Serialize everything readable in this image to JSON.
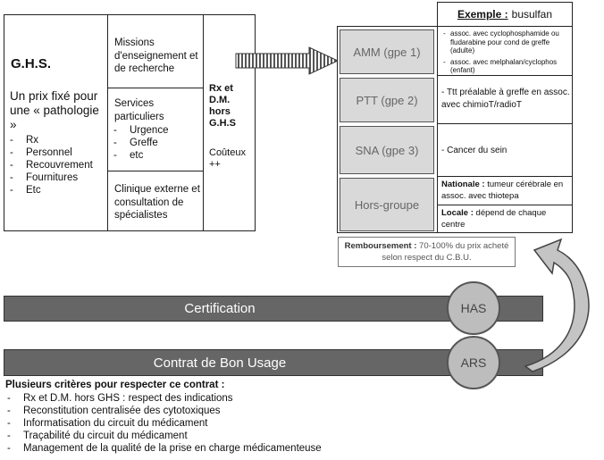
{
  "ghs": {
    "title": "G.H.S.",
    "subtitle": "Un prix fixé pour une « pathologie »",
    "items": [
      "Rx",
      "Personnel",
      "Recouvrement",
      "Fournitures",
      "Etc"
    ]
  },
  "missions": {
    "text": "Missions d'enseignement et de recherche"
  },
  "services": {
    "title": "Services particuliers",
    "items": [
      "Urgence",
      "Greffe",
      "etc"
    ]
  },
  "clinique": {
    "text": "Clinique externe et consultation de spécialistes"
  },
  "rx_hors": {
    "title": "Rx et D.M. hors G.H.S",
    "note": "Coûteux ++"
  },
  "exemple": {
    "label": "Exemple :",
    "drug": "busulfan"
  },
  "groups": [
    {
      "name": "AMM (gpe 1)",
      "details": [
        "assoc. avec cyclophosphamide ou fludarabine pour cond de greffe (adulte)",
        "assoc. avec melphalan/cyclophos (enfant)"
      ]
    },
    {
      "name": "PTT (gpe 2)",
      "details": [
        "Ttt préalable à greffe en assoc. avec chimioT/radioT"
      ]
    },
    {
      "name": "SNA (gpe 3)",
      "details": [
        "Cancer du sein"
      ]
    },
    {
      "name": "Hors-groupe",
      "nationale_label": "Nationale :",
      "nationale_text": "tumeur cérébrale en assoc. avec thiotepa",
      "locale_label": "Locale :",
      "locale_text": "dépend de chaque centre"
    }
  ],
  "remboursement": {
    "label": "Remboursement :",
    "text": "70-100% du prix acheté selon respect du C.B.U."
  },
  "bars": [
    {
      "label": "Certification",
      "agency": "HAS"
    },
    {
      "label": "Contrat de Bon Usage",
      "agency": "ARS"
    }
  ],
  "criteria": {
    "title": "Plusieurs critères pour respecter ce contrat :",
    "items": [
      "Rx et D.M. hors GHS : respect des indications",
      "Reconstitution centralisée des cytotoxiques",
      "Informatisation du circuit du médicament",
      "Traçabilité du circuit du médicament",
      "Management de la qualité de la prise en charge médicamenteuse"
    ]
  },
  "colors": {
    "bar": "#666666",
    "cell_grey": "#d9d9d9",
    "circle": "#bdbdbd",
    "arrow": "#b0b0b0"
  }
}
